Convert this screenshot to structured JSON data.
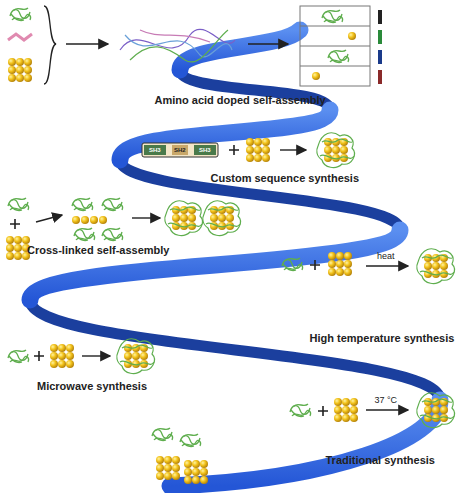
{
  "diagram": {
    "labels": [
      "Amino acid doped self-assembly",
      "SH3",
      "SH2",
      "SH3",
      "Custom sequence synthesis",
      "Cross-linked self-assembly",
      "heat",
      "High temperature synthesis",
      "Microwave synthesis",
      "37 °C",
      "Traditional synthesis"
    ]
  }
}
